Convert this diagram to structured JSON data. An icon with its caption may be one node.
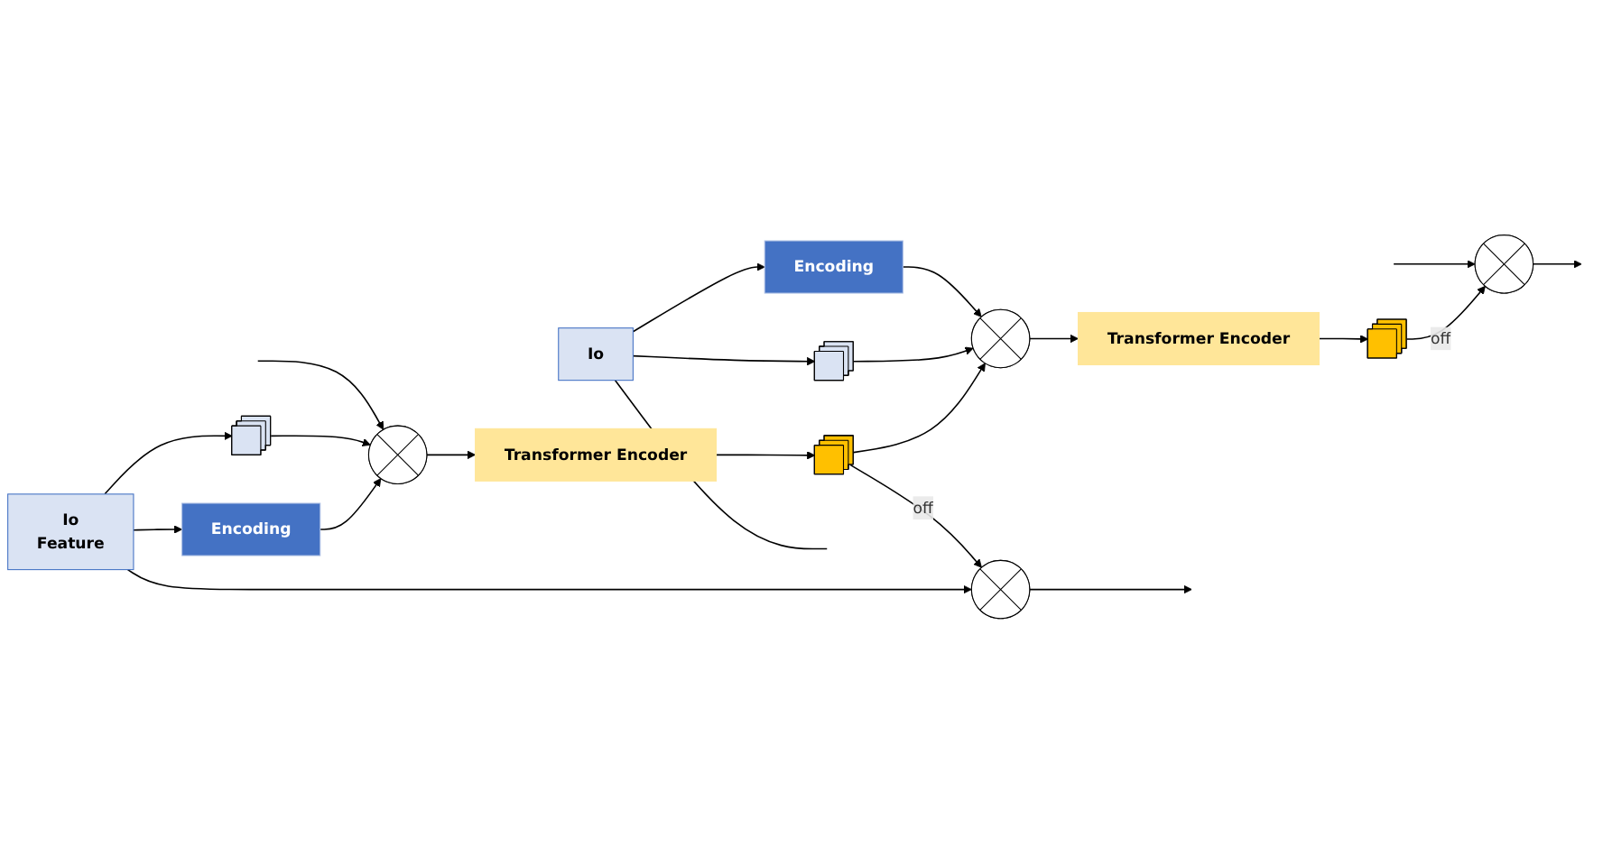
{
  "diagram": {
    "nodes": [
      {
        "text": [
          "Io",
          "Feature"
        ]
      },
      {
        "text": [
          "Encoding"
        ]
      },
      {
        "text": [],
        "shape": "picture"
      },
      {
        "text": [],
        "shape": "circle"
      },
      {
        "text": [
          "Transformer Encoder"
        ]
      },
      {
        "text": [],
        "shape": "picture"
      },
      {
        "text": [],
        "shape": "circle"
      },
      {
        "text": [],
        "shape": "circle"
      },
      {
        "text": [],
        "shape": "picture"
      },
      {
        "text": [
          "Io"
        ]
      },
      {
        "text": [
          "Encoding"
        ]
      },
      {
        "text": [
          "Transformer Encoder"
        ]
      },
      {
        "text": [],
        "shape": "picture"
      },
      {
        "text": [],
        "shape": "circle"
      }
    ],
    "edges": [
      {
        "from": 0,
        "to": 1,
        "arrow": "to"
      },
      {
        "from": 0,
        "to": 6,
        "arrow": "to"
      },
      {
        "from": 0,
        "to": 2,
        "arrow": "to"
      },
      {
        "from": 1,
        "to": 3,
        "arrow": "to"
      },
      {
        "from": 2,
        "to": 3,
        "arrow": "to"
      },
      {
        "from": null,
        "to": 3,
        "arrow": "to"
      },
      {
        "from": 3,
        "to": 4,
        "arrow": "to"
      },
      {
        "from": 4,
        "to": 5,
        "arrow": "to"
      },
      {
        "from": 5,
        "to": 6,
        "label": "off",
        "arrow": "to"
      },
      {
        "from": 6,
        "to": null,
        "arrow": "to"
      },
      {
        "from": 5,
        "to": 7,
        "arrow": "to"
      },
      {
        "from": 9,
        "to": 8,
        "arrow": "to"
      },
      {
        "from": 8,
        "to": 7,
        "arrow": "to"
      },
      {
        "from": 9,
        "to": 10,
        "arrow": "to"
      },
      {
        "from": 10,
        "to": 7,
        "arrow": "to"
      },
      {
        "from": 9,
        "to": null,
        "arrow": "none"
      },
      {
        "from": 7,
        "to": 11,
        "arrow": "to"
      },
      {
        "from": 11,
        "to": 12,
        "arrow": "to"
      },
      {
        "from": 12,
        "to": 13,
        "label": "off",
        "arrow": "to"
      },
      {
        "from": 13,
        "to": null,
        "arrow": "to"
      },
      {
        "from": null,
        "to": 13,
        "arrow": "to"
      }
    ]
  }
}
